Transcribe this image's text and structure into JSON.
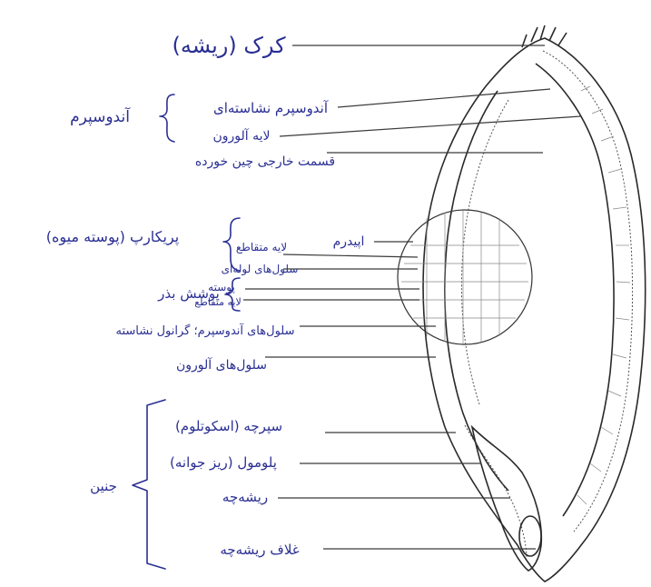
{
  "labels": {
    "brush": "کرک (ریشه)",
    "endosperm_starch": "آندوسپرم نشاسته‌ای",
    "endosperm_group": "آندوسپرم",
    "aleurone_layer": "لایه آلورون",
    "crushed_cells": "قسمت خارجی چین خورده",
    "epidermis": "اپیدرم",
    "cross_layer": "لایه متقاطع",
    "tube_cells": "سلول‌های لوله‌ای",
    "pericarp": "پریکارپ (پوسته میوه)",
    "seed_coat_outer": "پوسته",
    "seed_coat_inner": "لایه متقاطع",
    "seed_coat": "پوشش بذر",
    "endosperm_cells": "سلول‌های آندوسپرم؛ گرانول نشاسته",
    "aleurone_cells": "سلول‌های آلورون",
    "scutellum": "سپرچه (اسکوتلوم)",
    "plumule": "پلومول (ریز جوانه)",
    "radicle": "ریشه‌چه",
    "coleorhiza": "غلاف ریشه‌چه",
    "embryo": "جنین"
  },
  "colors": {
    "ink": "#2a2f93",
    "lines": "#3a3a3a"
  }
}
